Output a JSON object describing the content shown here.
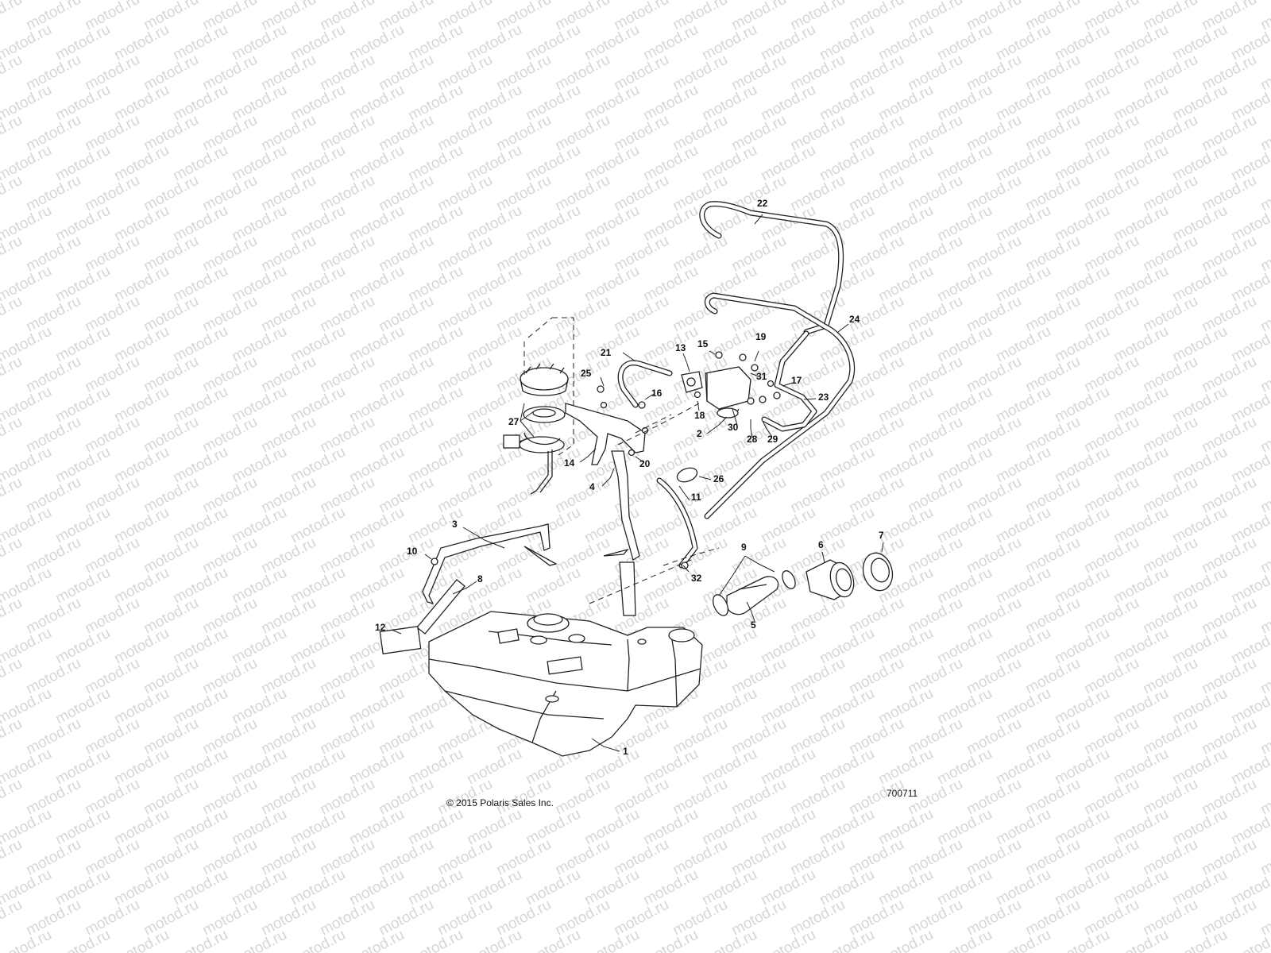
{
  "diagram": {
    "watermark_text": "motod.ru",
    "copyright": "© 2015 Polaris Sales Inc.",
    "diagram_number": "700711",
    "callouts": [
      "1",
      "2",
      "3",
      "4",
      "5",
      "6",
      "7",
      "8",
      "9",
      "10",
      "11",
      "12",
      "13",
      "14",
      "15",
      "16",
      "17",
      "18",
      "19",
      "20",
      "21",
      "22",
      "23",
      "24",
      "25",
      "26",
      "27",
      "28",
      "29",
      "30",
      "31",
      "32"
    ]
  }
}
